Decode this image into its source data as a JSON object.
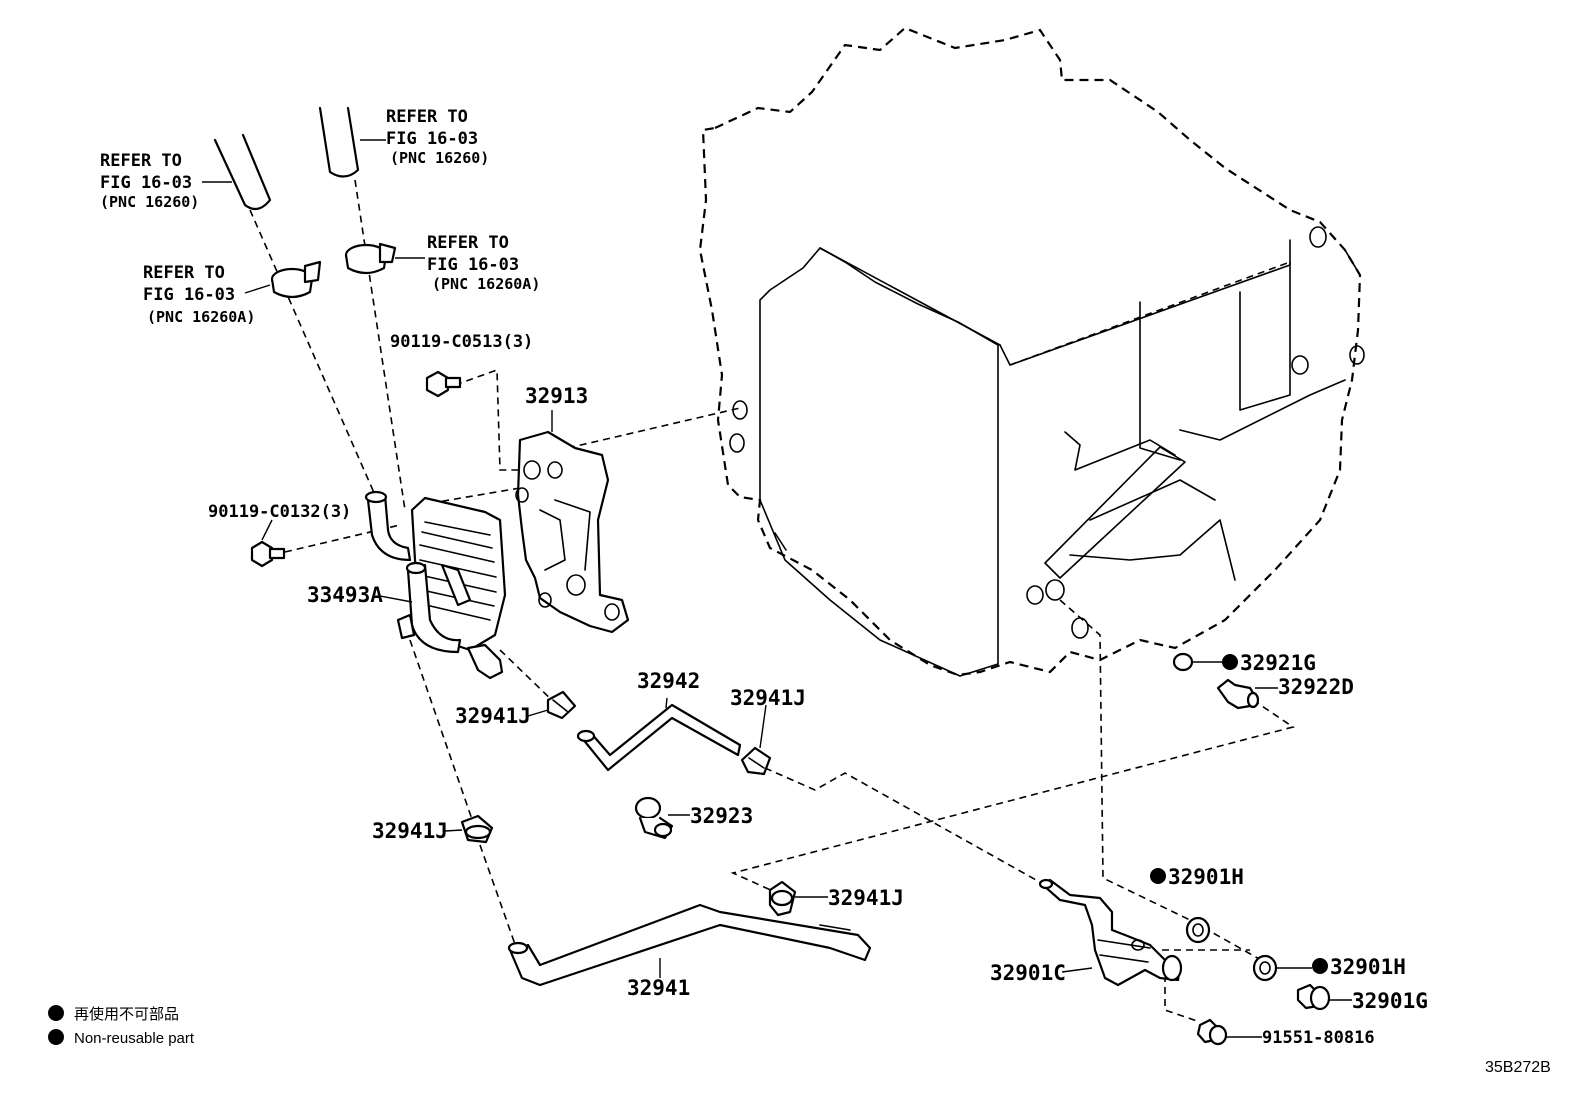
{
  "refs": {
    "hose_left": {
      "line1": "REFER TO",
      "line2": "FIG 16-03",
      "line3": "(PNC 16260)"
    },
    "hose_right": {
      "line1": "REFER TO",
      "line2": "FIG 16-03",
      "line3": "(PNC 16260)"
    },
    "clamp_left": {
      "line1": "REFER TO",
      "line2": "FIG 16-03",
      "line3": "(PNC 16260A)"
    },
    "clamp_right": {
      "line1": "REFER TO",
      "line2": "FIG 16-03",
      "line3": "(PNC 16260A)"
    }
  },
  "parts": {
    "bolt_upper": "90119-C0513(3)",
    "bolt_lower": "90119-C0132(3)",
    "bracket": "32913",
    "cooler": "33493A",
    "clamp_a": "32941J",
    "clamp_b": "32941J",
    "clamp_c": "32941J",
    "clamp_d": "32941J",
    "hose_short": "32942",
    "hose_clip": "32923",
    "hose_long": "32941",
    "gasket_g": "32921G",
    "union": "32922D",
    "gasket_h1": "32901H",
    "gasket_h2": "32901H",
    "pipe": "32901C",
    "union_bolt": "32901G",
    "bolt_flange": "91551-80816"
  },
  "legend": {
    "jp": "再使用不可部品",
    "en": "Non-reusable part"
  },
  "illustration_code": "35B272B"
}
